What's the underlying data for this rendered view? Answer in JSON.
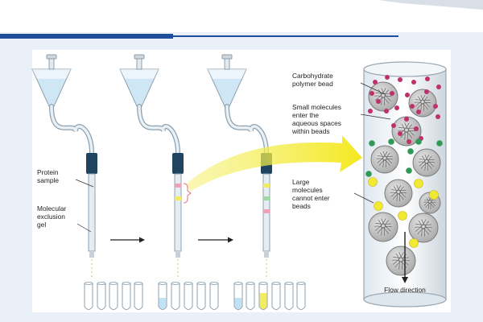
{
  "labels": {
    "protein_sample": [
      "Protein",
      "sample"
    ],
    "molecular_exclusion_gel": [
      "Molecular",
      "exclusion",
      "gel"
    ],
    "carbohydrate_polymer_bead": [
      "Carbohydrate",
      "polymer bead"
    ],
    "small_molecules": [
      "Small molecules",
      "enter the",
      "aqueous spaces",
      "within beads"
    ],
    "large_molecules": [
      "Large",
      "molecules",
      "cannot enter",
      "beads"
    ],
    "flow_direction": "Flow direction"
  },
  "colors": {
    "slide_bg": "#e9f0f7",
    "header_bar": "#1f4f9c",
    "funnel_liquid": "#cfe7f5",
    "column_cap": "#1f4460",
    "small_molecule": "#c0306a",
    "medium_molecule": "#2e9a55",
    "large_molecule": "#f2ea32",
    "flow_arrow": "#f4f06a",
    "bead_fill": "#c4c4c4"
  }
}
